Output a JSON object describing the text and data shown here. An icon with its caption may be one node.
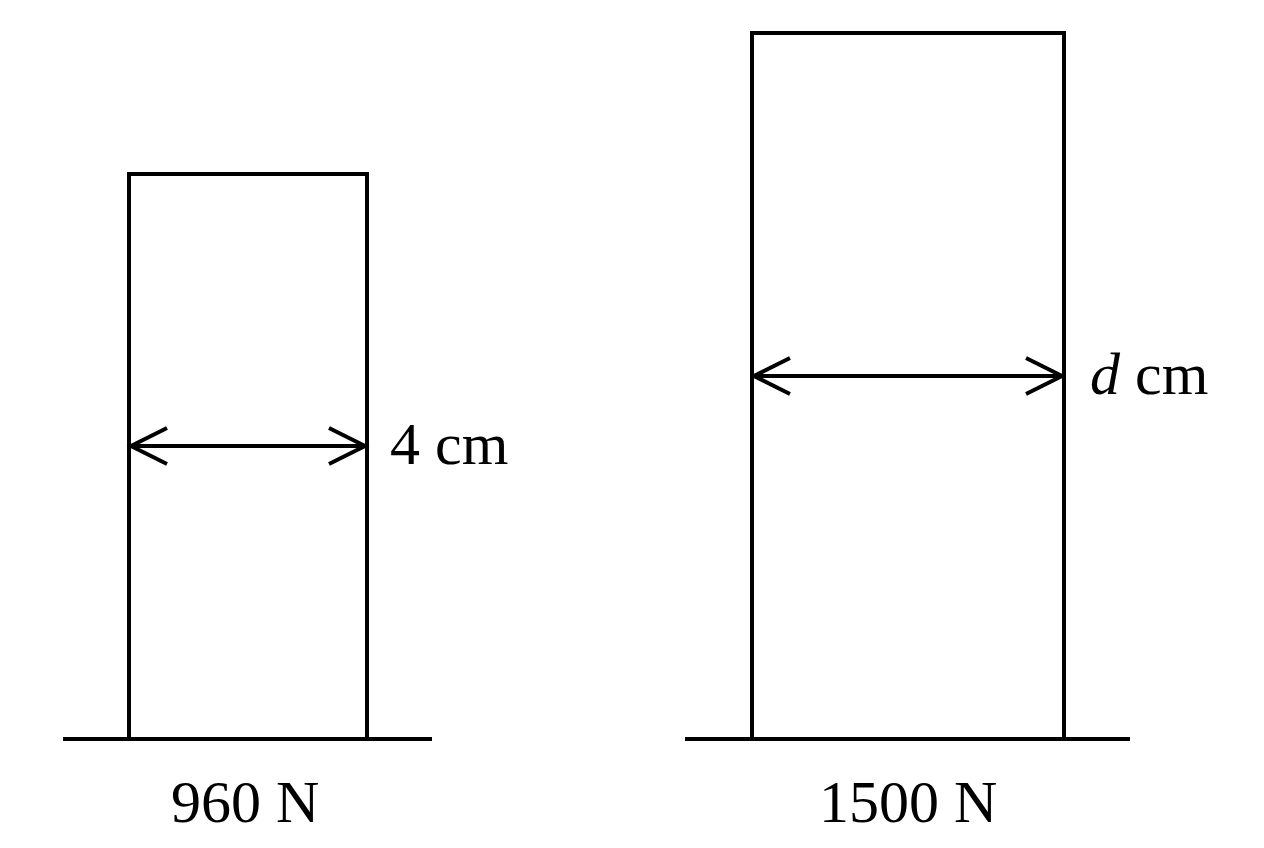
{
  "diagram": {
    "nodes": [
      {
        "text": [],
        "shape": "box",
        "beside": [
          "960 N"
        ]
      },
      {
        "text": [],
        "shape": "box",
        "beside": [
          "1500 N"
        ]
      }
    ],
    "labels": [
      "4 cm",
      "*d* cm"
    ]
  }
}
